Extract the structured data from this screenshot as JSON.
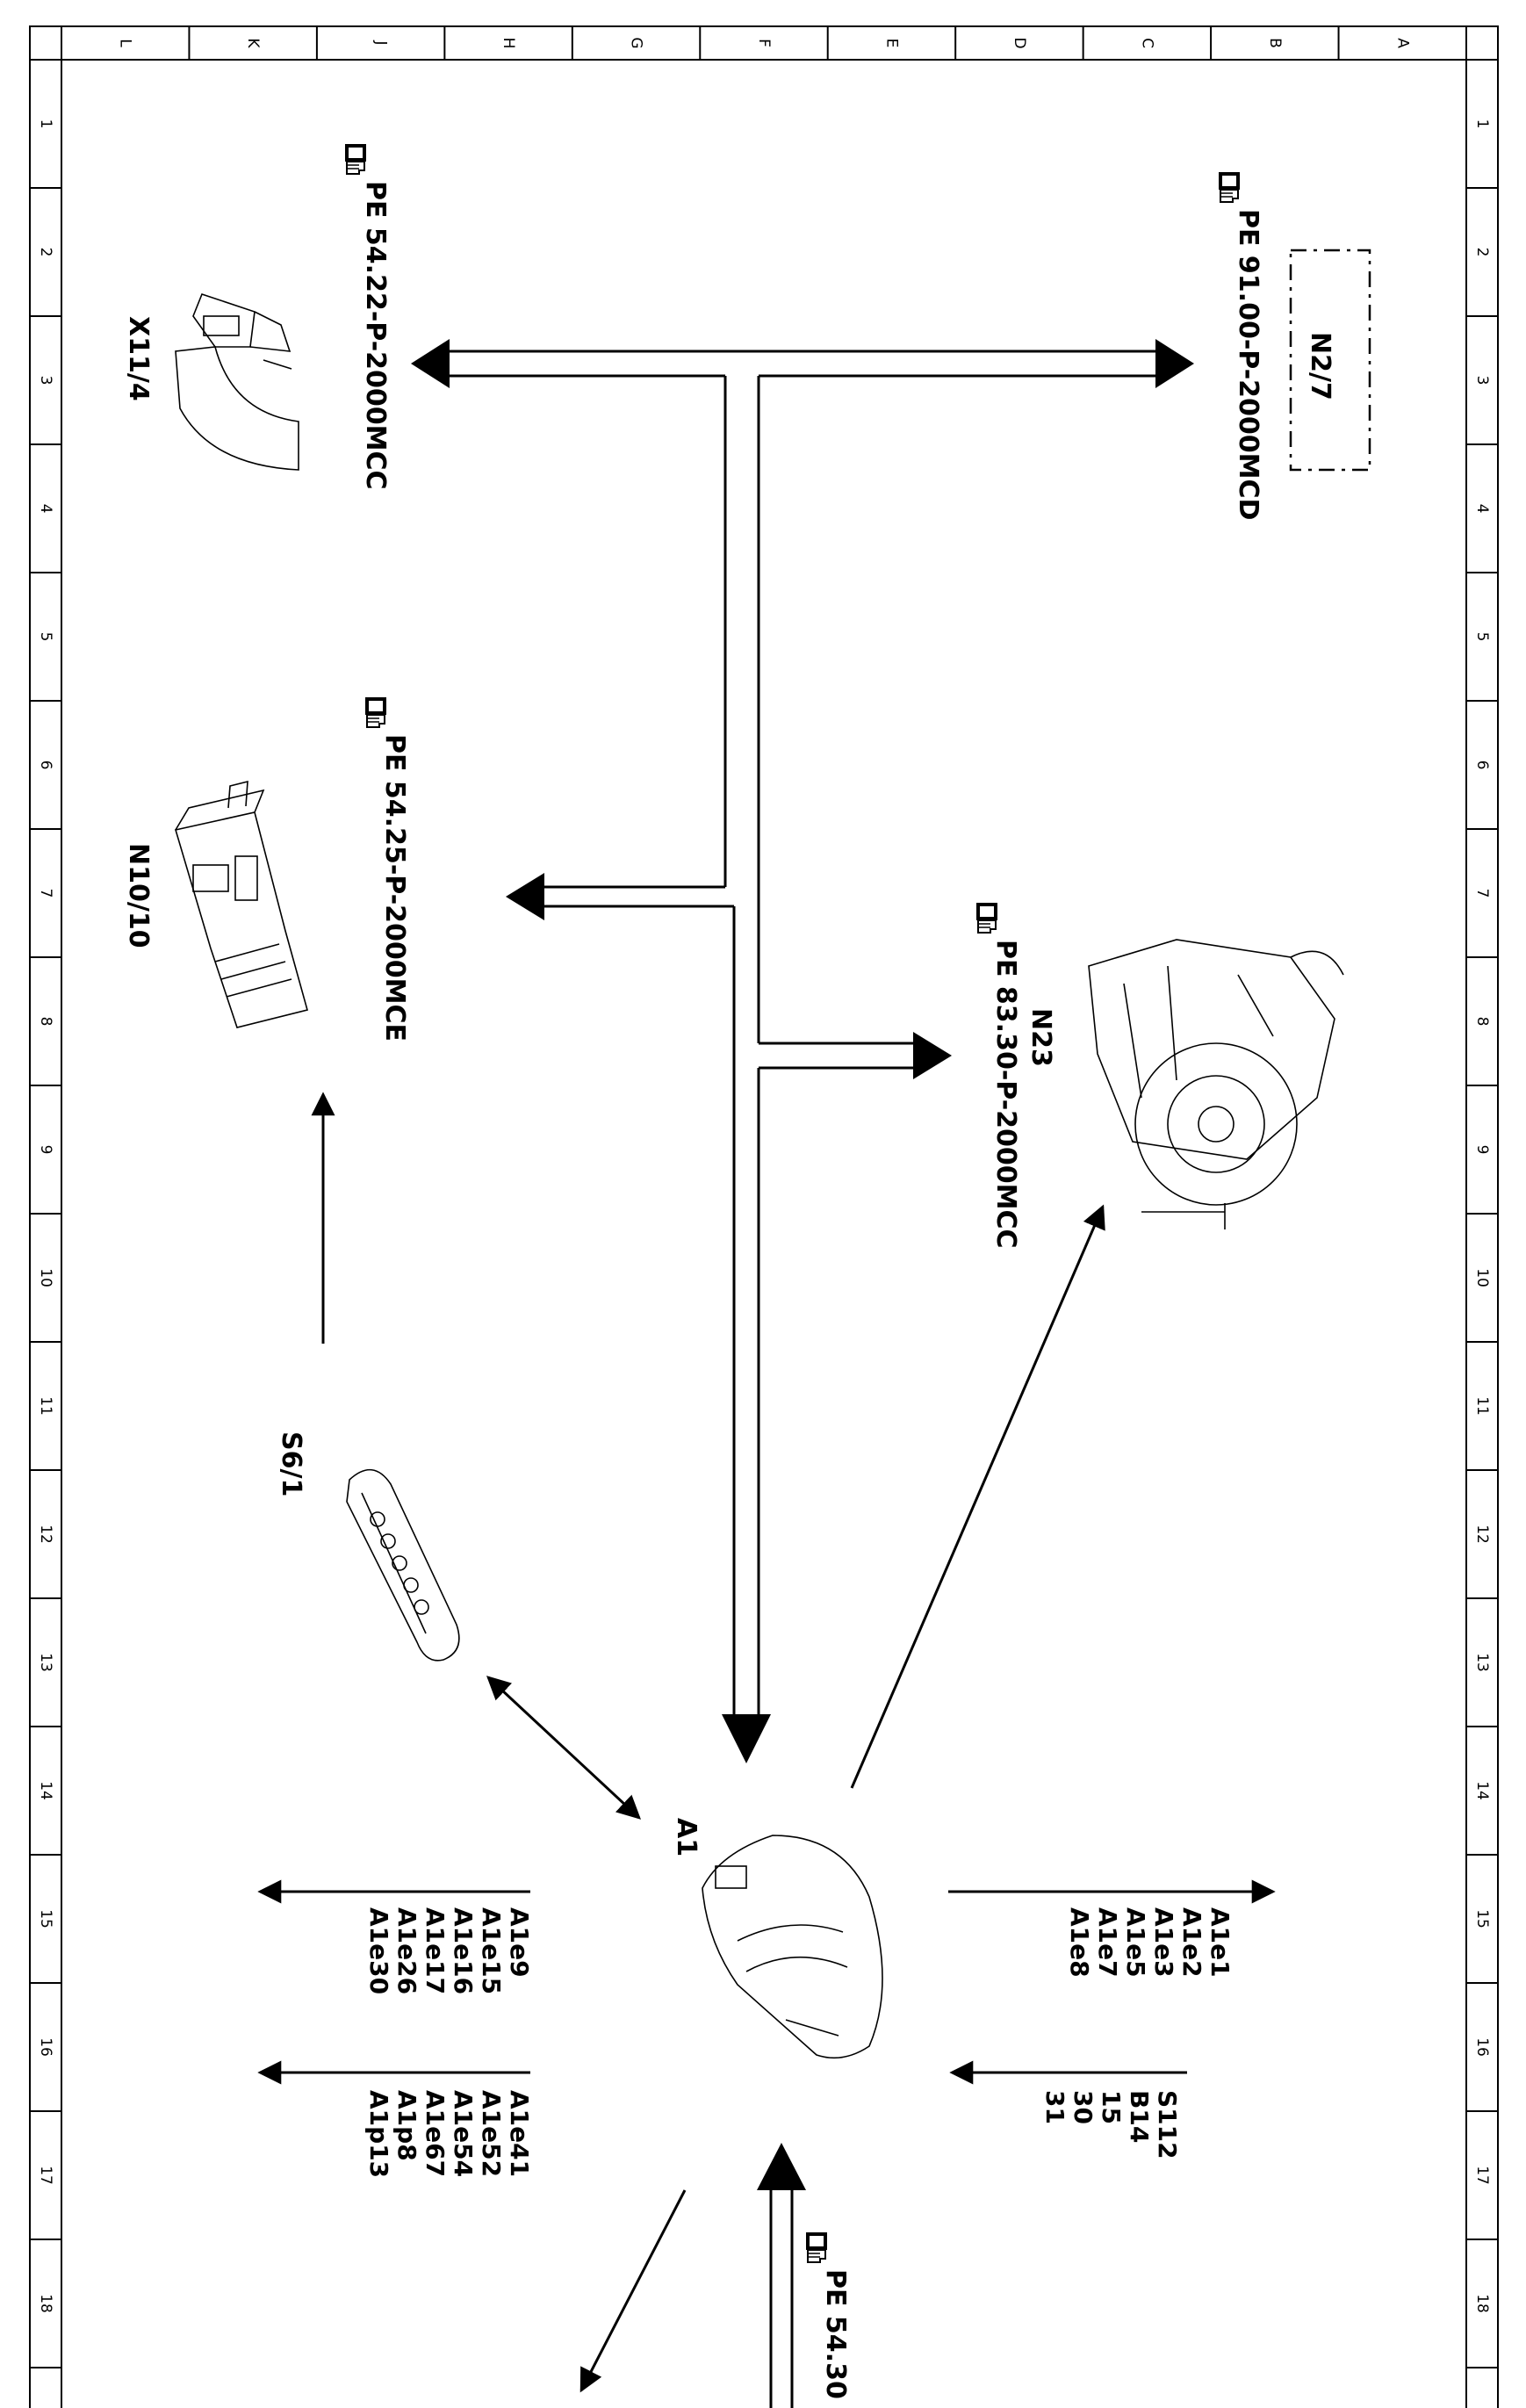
{
  "frame": {
    "top_letters": [
      "L",
      "K",
      "J",
      "H",
      "G",
      "F",
      "E",
      "D",
      "C",
      "B",
      "A"
    ],
    "side_numbers": [
      "1",
      "2",
      "3",
      "4",
      "5",
      "6",
      "7",
      "8",
      "9",
      "10",
      "11",
      "12",
      "13",
      "14",
      "15",
      "16",
      "17",
      "18"
    ]
  },
  "components": {
    "x11_4": "X11/4",
    "n10_10": "N10/10",
    "s6_1": "S6/1",
    "a1": "A1",
    "n23": "N23",
    "n2_7": "N2/7"
  },
  "references": {
    "x11_4_ref": "PE 54.22-P-2000MCC",
    "n10_10_ref": "PE 54.25-P-2000MCE",
    "n2_7_ref": "PE 91.00-P-2000MCD",
    "n23_ref": "PE 83.30-P-2000MCC",
    "bottom_ref": "PE 54.30"
  },
  "signals": {
    "group_right_top": [
      "A1e1",
      "A1e2",
      "A1e3",
      "A1e5",
      "A1e7",
      "A1e8"
    ],
    "group_right_bottom": [
      "S112",
      "B14",
      "15",
      "30",
      "31"
    ],
    "group_left_top": [
      "A1e9",
      "A1e15",
      "A1e16",
      "A1e17",
      "A1e26",
      "A1e30"
    ],
    "group_left_bottom": [
      "A1e41",
      "A1e52",
      "A1e54",
      "A1e67",
      "A1p8",
      "A1p13"
    ]
  },
  "icons": {
    "ref": "pointing-hand-book-icon"
  }
}
